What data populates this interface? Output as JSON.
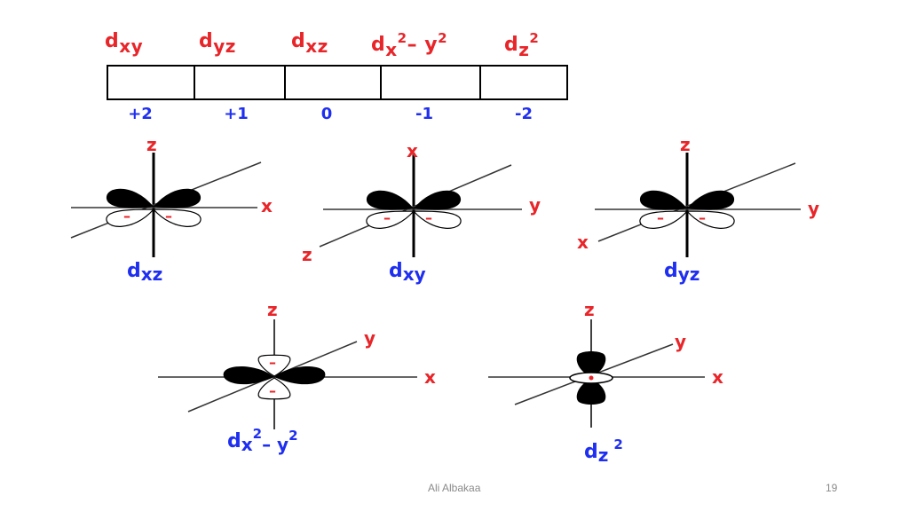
{
  "header_orbitals": [
    {
      "base": "d",
      "sub": "xy",
      "sup": ""
    },
    {
      "base": "d",
      "sub": "yz",
      "sup": ""
    },
    {
      "base": "d",
      "sub": "xz",
      "sup": ""
    },
    {
      "base": "d",
      "sub": "x",
      "sup": "2",
      "extra": "– y",
      "extra_sup": "2"
    },
    {
      "base": "d",
      "sub": "z",
      "sup": "2"
    }
  ],
  "ml_values": [
    "+2",
    "+1",
    "0",
    "-1",
    "-2"
  ],
  "diagrams": {
    "dxz": {
      "label_base": "d",
      "label_sub": "xz",
      "vertical_axis": "z",
      "horizontal_axis": "x",
      "diagonal_axis": ""
    },
    "dxy": {
      "label_base": "d",
      "label_sub": "xy",
      "vertical_axis": "x",
      "horizontal_axis": "y",
      "diagonal_axis": "z"
    },
    "dyz": {
      "label_base": "d",
      "label_sub": "yz",
      "vertical_axis": "z",
      "horizontal_axis": "y",
      "diagonal_axis": "x"
    },
    "dx2y2": {
      "label_base": "d",
      "label_sub": "x",
      "label_sup": "2",
      "label_extra": "– y",
      "label_extra_sup": "2",
      "vertical_axis": "z",
      "horizontal_axis": "x",
      "diagonal_axis": "y"
    },
    "dz2": {
      "label_base": "d",
      "label_sub": "z",
      "label_sup": "2",
      "vertical_axis": "z",
      "horizontal_axis": "x",
      "diagonal_axis": "y"
    }
  },
  "minus_sign": "–",
  "footer": {
    "author": "Ali Albakaa",
    "page_number": "19"
  },
  "colors": {
    "axis_label": "#e8262a",
    "orbital_label": "#1f2ff0",
    "lobe_fill": "#000000"
  }
}
